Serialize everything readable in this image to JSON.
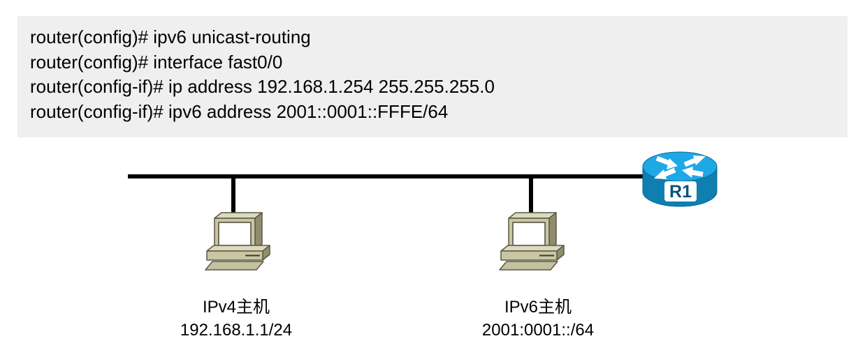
{
  "code": {
    "lines": [
      "router(config)# ipv6 unicast-routing",
      "router(config)# interface fast0/0",
      "router(config-if)# ip address 192.168.1.254 255.255.255.0",
      "router(config-if)# ipv6 address 2001::0001::FFFE/64"
    ]
  },
  "diagram": {
    "router": {
      "label": "R1"
    },
    "hosts": [
      {
        "name": "IPv4主机",
        "address": "192.168.1.1/24"
      },
      {
        "name": "IPv6主机",
        "address": "2001:0001::/64"
      }
    ]
  },
  "colors": {
    "code_background": "#efefef",
    "text": "#000000",
    "bus_line": "#000000",
    "router_top": "#1ea8e6",
    "router_body": "#0f7fb0",
    "router_outline": "#0a6a98",
    "router_label_text": "#0a537c",
    "pc_front": "#c9c6a4",
    "pc_top": "#dcd9be",
    "pc_side": "#908d6f",
    "pc_outline": "#5a5844",
    "screen": "#ffffff"
  }
}
